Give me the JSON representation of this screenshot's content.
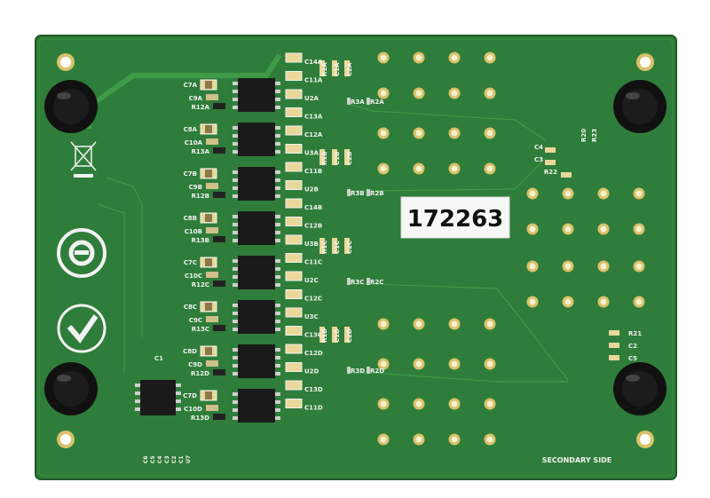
{
  "board": {
    "serial": "172263",
    "side_label": "SECONDARY SIDE",
    "colors": {
      "pcb": "#2f7d3a",
      "pcb_dark": "#276b31",
      "trace": "#3f9a47",
      "silk": "#f2f2f2",
      "pad": "#e9d89a",
      "bumper": "#111111"
    }
  },
  "channels": [
    {
      "cap_top": "C7A",
      "cap_mid": "C9A",
      "res": "R12A"
    },
    {
      "cap_top": "C8A",
      "cap_mid": "C10A",
      "res": "R13A"
    },
    {
      "cap_top": "C7B",
      "cap_mid": "C9B",
      "res": "R12B"
    },
    {
      "cap_top": "C8B",
      "cap_mid": "C10B",
      "res": "R13B"
    },
    {
      "cap_top": "C7C",
      "cap_mid": "C10C",
      "res": "R12C"
    },
    {
      "cap_top": "C8C",
      "cap_mid": "C9C",
      "res": "R13C"
    },
    {
      "cap_top": "C8D",
      "cap_mid": "C9D",
      "res": "R12D"
    },
    {
      "cap_top": "C7D",
      "cap_mid": "C10D",
      "res": "R13D"
    }
  ],
  "right_labels": [
    "C14A",
    "C11A",
    "U2A",
    "C13A",
    "C12A",
    "U3A",
    "C11B",
    "U2B",
    "C14B",
    "C12B",
    "U3B",
    "C11C",
    "U2C",
    "C12C",
    "U3C",
    "C13C",
    "C12D",
    "U2D",
    "C13D",
    "C11D"
  ],
  "vertical_labels": [
    "R1A",
    "C1A",
    "C2A",
    "R1B",
    "C1B",
    "C2B",
    "R1C",
    "C1C",
    "C2C",
    "R1D",
    "C1D",
    "C2D"
  ],
  "resistor_pairs": [
    "R3A",
    "R2A",
    "R3B",
    "R2B",
    "R3C",
    "R2C",
    "R3D",
    "R2D"
  ],
  "misc_labels": {
    "c4": "C4",
    "c3": "C3",
    "r22": "R22",
    "r20": "R20",
    "r23": "R23",
    "r21": "R21",
    "c2": "C2",
    "c5": "C5",
    "c1": "C1",
    "bottom_codes": [
      "C6",
      "C5",
      "C4",
      "C3",
      "C2",
      "C1",
      "U7"
    ]
  }
}
